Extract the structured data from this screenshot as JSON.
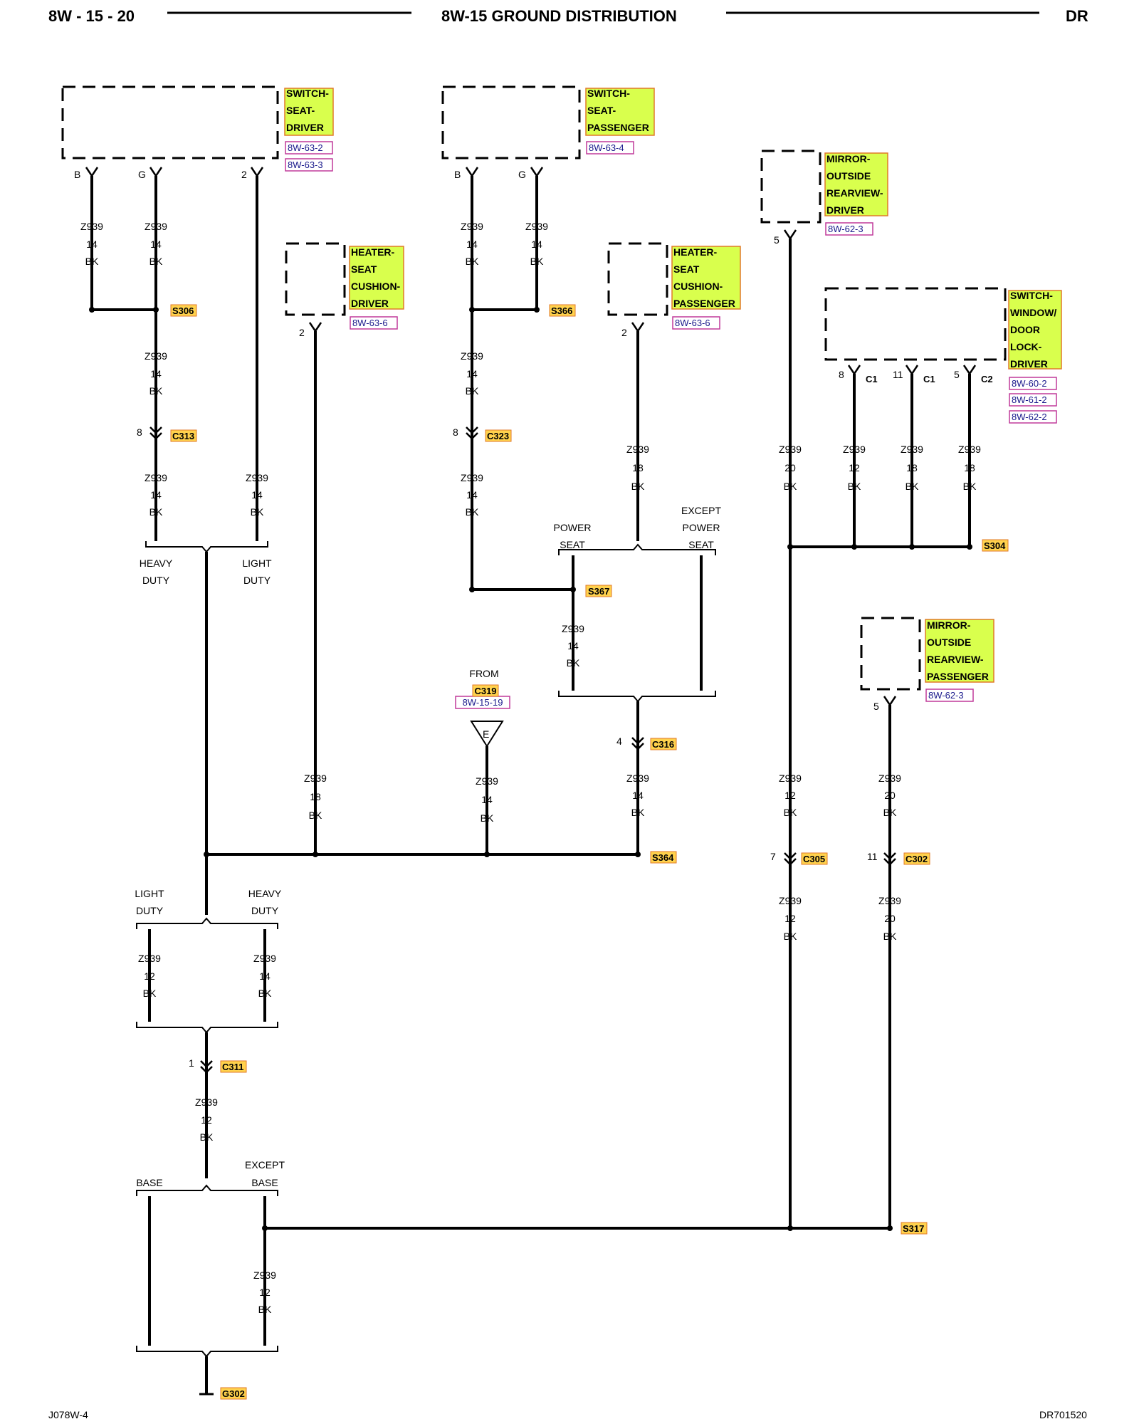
{
  "header": {
    "page_number": "8W - 15 - 20",
    "title": "8W-15 GROUND DISTRIBUTION",
    "model": "DR"
  },
  "footer": {
    "left_code": "J078W-4",
    "right_code": "DR701520"
  },
  "colors": {
    "component_label_fill": "#d9ff4d",
    "component_label_border": "#e07a2a",
    "ref_box_border": "#c03a9a",
    "ref_text": "#1a1a8c",
    "connector_label_fill": "#ffd24d",
    "line": "#000000"
  },
  "components": [
    {
      "id": "switch-seat-driver",
      "label": [
        "SWITCH-",
        "SEAT-",
        "DRIVER"
      ],
      "refs": [
        "8W-63-2",
        "8W-63-3"
      ]
    },
    {
      "id": "switch-seat-passenger",
      "label": [
        "SWITCH-",
        "SEAT-",
        "PASSENGER"
      ],
      "refs": [
        "8W-63-4"
      ]
    },
    {
      "id": "mirror-outside-rearview-driver",
      "label": [
        "MIRROR-",
        "OUTSIDE",
        "REARVIEW-",
        "DRIVER"
      ],
      "refs": [
        "8W-62-3"
      ]
    },
    {
      "id": "heater-seat-cushion-driver",
      "label": [
        "HEATER-",
        "SEAT",
        "CUSHION-",
        "DRIVER"
      ],
      "refs": [
        "8W-63-6"
      ]
    },
    {
      "id": "heater-seat-cushion-passenger",
      "label": [
        "HEATER-",
        "SEAT",
        "CUSHION-",
        "PASSENGER"
      ],
      "refs": [
        "8W-63-6"
      ]
    },
    {
      "id": "switch-window-door-lock-driver",
      "label": [
        "SWITCH-",
        "WINDOW/",
        "DOOR",
        "LOCK-",
        "DRIVER"
      ],
      "refs": [
        "8W-60-2",
        "8W-61-2",
        "8W-62-2"
      ]
    },
    {
      "id": "mirror-outside-rearview-passenger",
      "label": [
        "MIRROR-",
        "OUTSIDE",
        "REARVIEW-",
        "PASSENGER"
      ],
      "refs": [
        "8W-62-3"
      ]
    }
  ],
  "pins": {
    "drv_b": "B",
    "drv_g": "G",
    "drv_2": "2",
    "pas_b": "B",
    "pas_g": "G",
    "htr_drv": "2",
    "htr_pas": "2",
    "mir_drv": "5",
    "mir_pas": "5",
    "win_1": "8",
    "win_1_conn": "C1",
    "win_2": "11",
    "win_2_conn": "C1",
    "win_3": "5",
    "win_3_conn": "C2"
  },
  "wires": {
    "w1": [
      "Z939",
      "14",
      "BK"
    ],
    "w2": [
      "Z939",
      "14",
      "BK"
    ],
    "w3": [
      "Z939",
      "14",
      "BK"
    ],
    "w4": [
      "Z939",
      "14",
      "BK"
    ],
    "w5": [
      "Z939",
      "14",
      "BK"
    ],
    "w6": [
      "Z939",
      "14",
      "BK"
    ],
    "w7": [
      "Z939",
      "14",
      "BK"
    ],
    "w8": [
      "Z939",
      "14",
      "BK"
    ],
    "w9": [
      "Z939",
      "14",
      "BK"
    ],
    "w10": [
      "Z939",
      "14",
      "BK"
    ],
    "w11": [
      "Z939",
      "18",
      "BK"
    ],
    "w12": [
      "Z939",
      "20",
      "BK"
    ],
    "w13": [
      "Z939",
      "12",
      "BK"
    ],
    "w14": [
      "Z939",
      "18",
      "BK"
    ],
    "w15": [
      "Z939",
      "18",
      "BK"
    ],
    "w16": [
      "Z939",
      "14",
      "BK"
    ],
    "w17": [
      "Z939",
      "18",
      "BK"
    ],
    "w18": [
      "Z939",
      "14",
      "BK"
    ],
    "w19": [
      "Z939",
      "14",
      "BK"
    ],
    "w20": [
      "Z939",
      "12",
      "BK"
    ],
    "w21": [
      "Z939",
      "20",
      "BK"
    ],
    "w22": [
      "Z939",
      "12",
      "BK"
    ],
    "w23": [
      "Z939",
      "14",
      "BK"
    ],
    "w24": [
      "Z939",
      "12",
      "BK"
    ],
    "w25": [
      "Z939",
      "20",
      "BK"
    ],
    "w26": [
      "Z939",
      "12",
      "BK"
    ],
    "w27": [
      "Z939",
      "12",
      "BK"
    ]
  },
  "splices": {
    "s306": "S306",
    "s366": "S366",
    "s367": "S367",
    "s304": "S304",
    "s364": "S364",
    "s317": "S317"
  },
  "connectors": {
    "c313": {
      "id": "C313",
      "pin": "8"
    },
    "c323": {
      "id": "C323",
      "pin": "8"
    },
    "c316": {
      "id": "C316",
      "pin": "4"
    },
    "c305": {
      "id": "C305",
      "pin": "7"
    },
    "c302": {
      "id": "C302",
      "pin": "11"
    },
    "c311": {
      "id": "C311",
      "pin": "1"
    }
  },
  "ground": "G302",
  "from": {
    "label": "FROM",
    "conn": "C319",
    "ref": "8W-15-19",
    "symbol": "E"
  },
  "options": {
    "heavy_duty": [
      "HEAVY",
      "DUTY"
    ],
    "light_duty": [
      "LIGHT",
      "DUTY"
    ],
    "power_seat": [
      "POWER",
      "SEAT"
    ],
    "except_power_seat": [
      "EXCEPT",
      "POWER",
      "SEAT"
    ],
    "light_duty_2": [
      "LIGHT",
      "DUTY"
    ],
    "heavy_duty_2": [
      "HEAVY",
      "DUTY"
    ],
    "base": "BASE",
    "except_base": [
      "EXCEPT",
      "BASE"
    ]
  }
}
